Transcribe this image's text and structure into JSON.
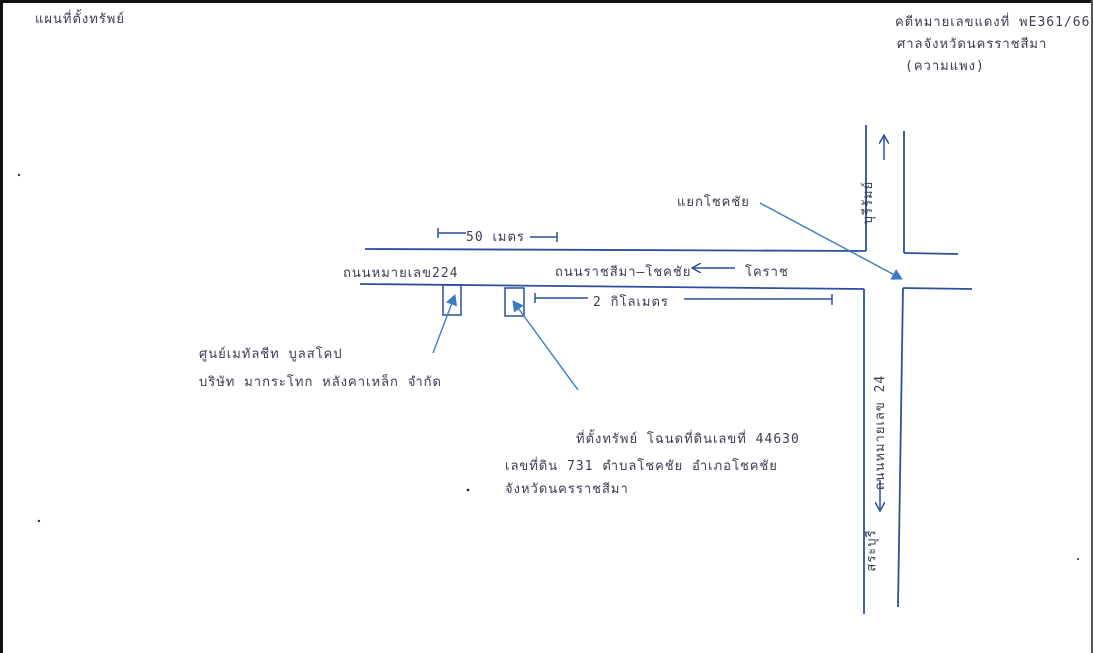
{
  "header": {
    "map_title": "แผนที่ตั้งทรัพย์",
    "case_number": "คดีหมายเลขแดงที่ พE361/66",
    "court": "ศาลจังหวัดนครราชสีมา",
    "court_note": "(ความแพง)"
  },
  "map": {
    "junction_label": "แยกโชคชัย",
    "buriram_label": "บุรีรัมย์",
    "saraburi_label": "สระบุรี",
    "hwy24_label": "ถนนหมายเลข 24",
    "hwy224_label": "ถนนหมายเลข224",
    "main_road_label": "ถนนราชสีมา–โชคชัย",
    "korat_label": "โคราช",
    "distance_50": "50 เมตร",
    "distance_2km": "2 กิโลเมตร",
    "landmark_line1": "ศูนย์เมทัลชีท บูลสโคป",
    "landmark_line2": "บริษัท มากระโทก หลังคาเหล็ก จำกัด",
    "property_line1": "ที่ตั้งทรัพย์ โฉนดที่ดินเลขที่ 44630",
    "property_line2": "เลขที่ดิน 731  ตำบลโชคชัย อำเภอโชคชัย",
    "property_line3": "จังหวัดนครราชสีมา"
  },
  "colors": {
    "ink": "#3a3d52",
    "road_blue": "#2c4f9e",
    "arrow_blue": "#3b7cc4"
  }
}
